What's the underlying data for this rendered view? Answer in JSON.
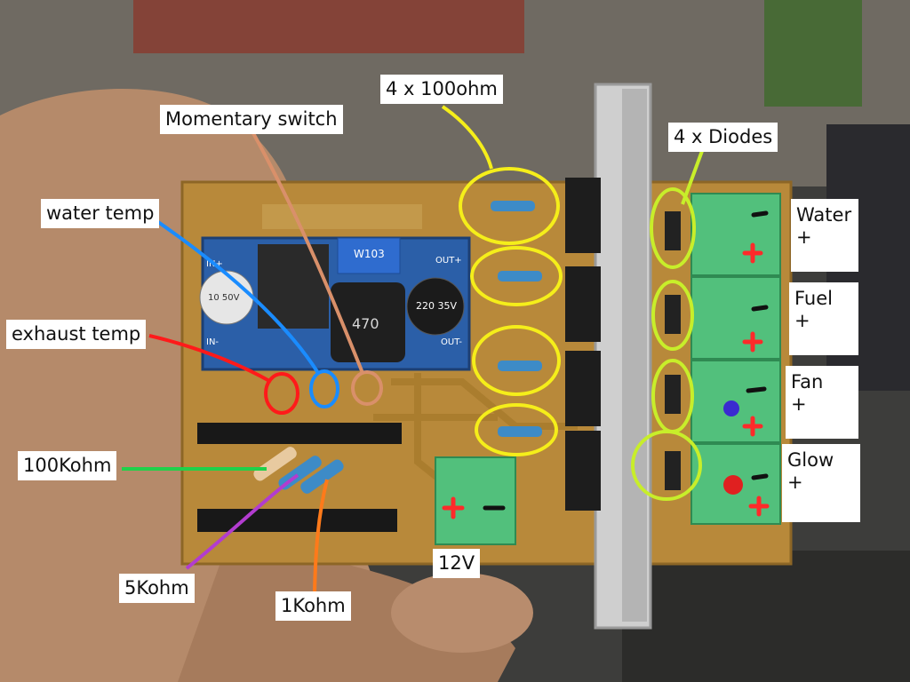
{
  "labels": {
    "momentary_switch": "Momentary switch",
    "resistors_100ohm": "4 x 100ohm",
    "diodes": "4 x Diodes",
    "water_temp": "water temp",
    "exhaust_temp": "exhaust temp",
    "resistor_100k": "100Kohm",
    "resistor_5k": "5Kohm",
    "resistor_1k": "1Kohm",
    "power_12v": "12V",
    "terminals": [
      {
        "name": "Water",
        "sign": "+"
      },
      {
        "name": "Fuel",
        "sign": "+"
      },
      {
        "name": "Fan",
        "sign": "+"
      },
      {
        "name": "Glow",
        "sign": "+"
      }
    ]
  },
  "regulator_markings": {
    "pot": "W103",
    "cap_left": "10 50V",
    "inductor": "470",
    "cap_right": "220 35V",
    "in_plus": "IN+",
    "in_minus": "IN-",
    "out_plus": "OUT+",
    "out_minus": "OUT-"
  },
  "colors": {
    "pcb": "#b58a3c",
    "regulator": "#2b5fa8",
    "terminal": "#4bbf7a",
    "heatsink": "#c9c9c9",
    "annot_yellow": "#f5ee1a",
    "annot_red": "#ff1a1a",
    "annot_blue": "#1a8cff",
    "annot_orange": "#ff7a1a",
    "annot_brown": "#d9906a",
    "annot_green": "#1fd14a",
    "annot_purple": "#b23ccf",
    "annot_lime": "#c8ee2a"
  }
}
